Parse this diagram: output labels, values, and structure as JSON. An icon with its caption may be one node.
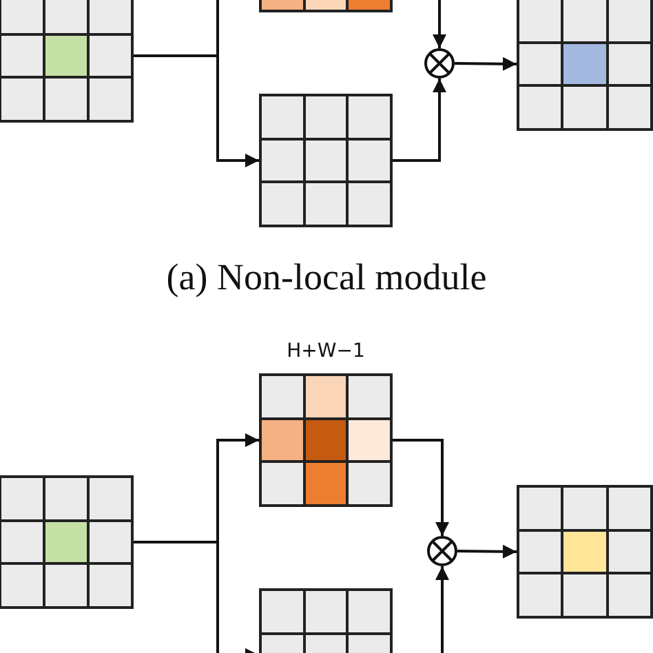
{
  "diagram": {
    "nodes": [
      {
        "text": [],
        "shape": "grid"
      },
      {
        "text": [],
        "shape": "grid"
      },
      {
        "text": [],
        "shape": "grid"
      },
      {
        "text": [],
        "shape": "circle"
      },
      {
        "text": [],
        "shape": "grid"
      },
      {
        "text": [],
        "shape": "grid",
        "beside": [
          "H+W−1"
        ]
      },
      {
        "text": [],
        "shape": "grid"
      },
      {
        "text": [],
        "shape": "circle"
      },
      {
        "text": [],
        "shape": "grid"
      },
      {
        "text": [],
        "shape": "grid"
      }
    ],
    "edges": [
      {
        "from": 0,
        "to": 1,
        "arrow": "to"
      },
      {
        "from": 0,
        "to": 2,
        "arrow": "to"
      },
      {
        "from": 1,
        "to": 3,
        "arrow": "to"
      },
      {
        "from": 2,
        "to": 3,
        "arrow": "to"
      },
      {
        "from": 3,
        "to": 4,
        "arrow": "to"
      },
      {
        "from": 6,
        "to": 5,
        "arrow": "to"
      },
      {
        "from": 6,
        "to": 9,
        "arrow": "to"
      },
      {
        "from": 5,
        "to": 7,
        "arrow": "to"
      },
      {
        "from": 9,
        "to": 7,
        "arrow": "to"
      },
      {
        "from": 7,
        "to": 8,
        "arrow": "to"
      }
    ],
    "labels": [
      "(a) Non-local module"
    ]
  }
}
